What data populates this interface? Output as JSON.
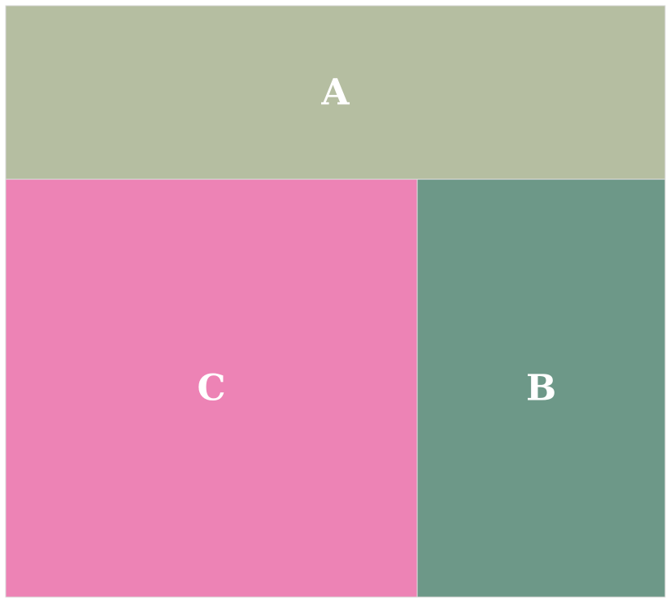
{
  "chart_data": {
    "type": "treemap",
    "title": "",
    "items": [
      {
        "label": "A",
        "value": 0.3133,
        "color": "#b5bea1"
      },
      {
        "label": "C",
        "value": 0.4707,
        "color": "#ed83b5"
      },
      {
        "label": "B",
        "value": 0.2835,
        "color": "#6d9888"
      }
    ]
  }
}
